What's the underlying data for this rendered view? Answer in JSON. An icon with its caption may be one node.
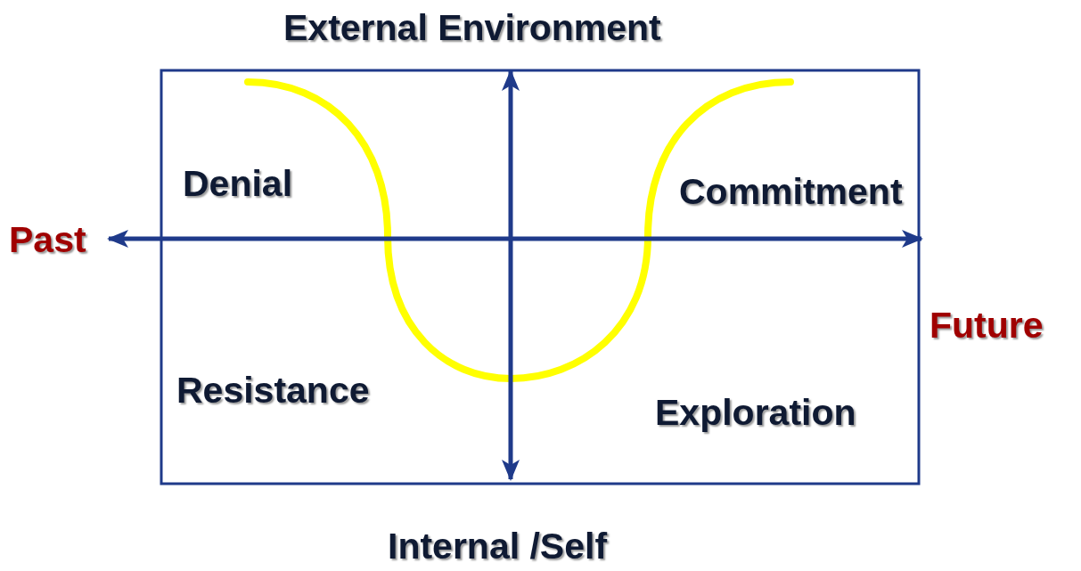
{
  "diagram": {
    "labels": [
      "External Environment",
      "Denial",
      "Commitment",
      "Past",
      "Future",
      "Resistance",
      "Exploration",
      "Internal /Self"
    ]
  }
}
